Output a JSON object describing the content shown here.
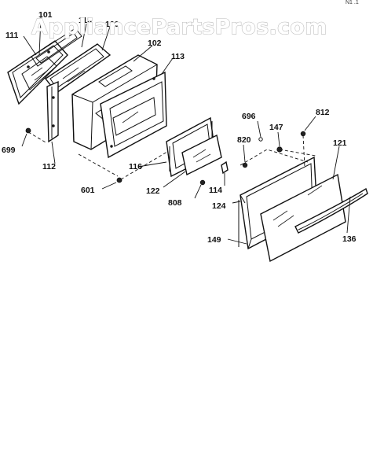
{
  "watermark": "AppliancePartsPros.com",
  "corner_mark": "N1 .1",
  "part_labels": {
    "p101": "101",
    "p115": "115",
    "p100": "100",
    "p102": "102",
    "p111": "111",
    "p113": "113",
    "p699": "699",
    "p112": "112",
    "p116": "116",
    "p601": "601",
    "p122": "122",
    "p114": "114",
    "p808": "808",
    "p820": "820",
    "p696": "696",
    "p147": "147",
    "p812": "812",
    "p121": "121",
    "p124": "124",
    "p149": "149",
    "p136": "136"
  }
}
